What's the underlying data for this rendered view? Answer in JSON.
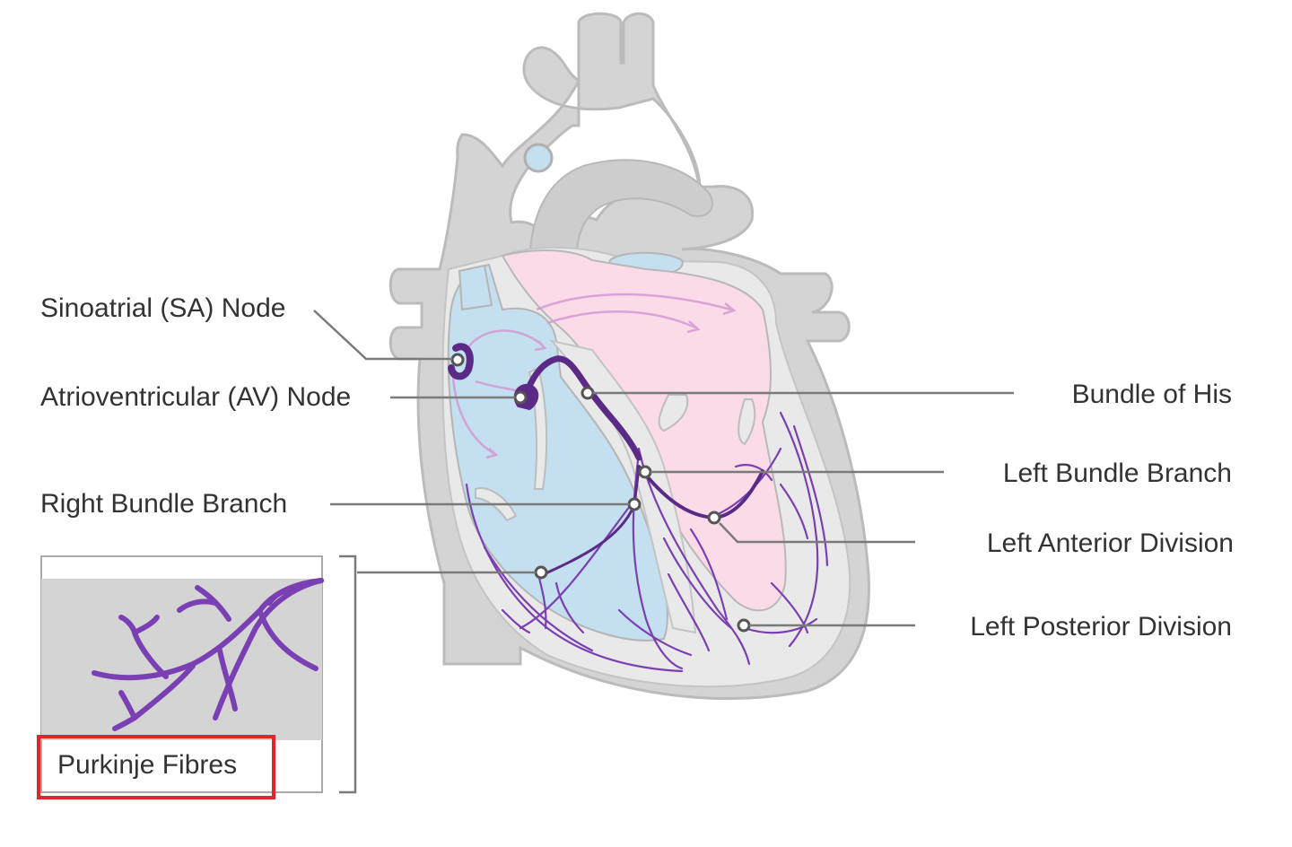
{
  "labels": {
    "sa_node": "Sinoatrial (SA) Node",
    "av_node": "Atrioventricular (AV) Node",
    "right_bundle": "Right Bundle Branch",
    "bundle_of_his": "Bundle of His",
    "left_bundle": "Left Bundle Branch",
    "left_anterior": "Left Anterior Division",
    "left_posterior": "Left Posterior Division",
    "purkinje": "Purkinje Fibres"
  },
  "colors": {
    "heart_wall": "#d4d4d4",
    "chamber_right": "#c3dff0",
    "chamber_left": "#fbdbe8",
    "conduction": "#5b2a86",
    "fibres": "#7a3fb2",
    "highlight_box": "#e0262b"
  }
}
